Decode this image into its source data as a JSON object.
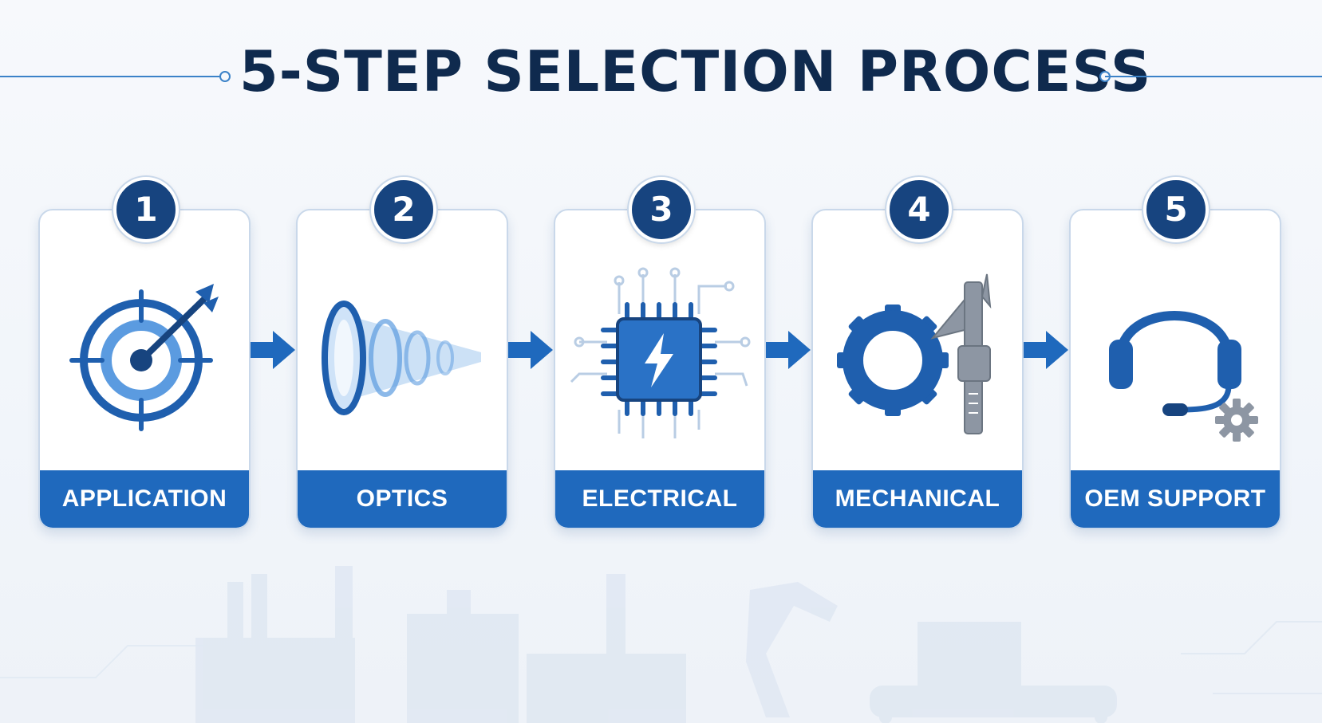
{
  "title": "5-STEP SELECTION PROCESS",
  "colors": {
    "title": "#0f2a4e",
    "badge": "#17447f",
    "band": "#1f69bd",
    "icon_primary": "#1f5fae",
    "icon_light": "#5b9be0",
    "accent_line": "#3b82c8"
  },
  "steps": [
    {
      "number": "1",
      "label": "APPLICATION",
      "icon": "target-arrow-icon"
    },
    {
      "number": "2",
      "label": "OPTICS",
      "icon": "lens-icon"
    },
    {
      "number": "3",
      "label": "ELECTRICAL",
      "icon": "chip-icon"
    },
    {
      "number": "4",
      "label": "MECHANICAL",
      "icon": "gear-caliper-icon"
    },
    {
      "number": "5",
      "label": "OEM SUPPORT",
      "icon": "headset-icon"
    }
  ]
}
